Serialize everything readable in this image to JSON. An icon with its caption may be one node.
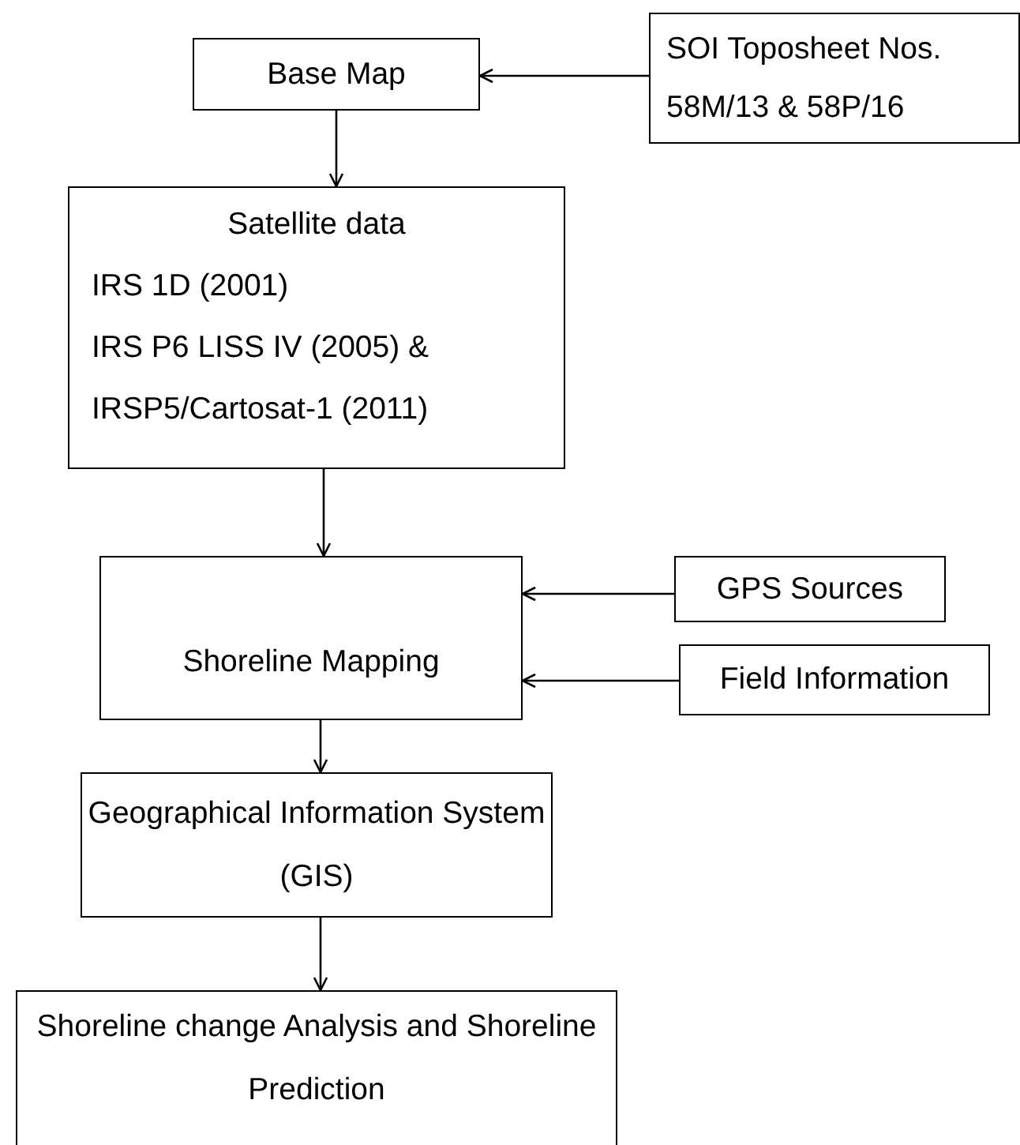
{
  "diagram": {
    "nodes": [
      {
        "text": [
          "Base Map"
        ]
      },
      {
        "text": [
          "SOI Toposheet Nos. 58M/13 & 58P/16"
        ]
      },
      {
        "text": [
          "Satellite data",
          "IRS 1D (2001)",
          "IRS P6 LISS IV (2005) &",
          "IRSP5/Cartosat-1 (2011)"
        ]
      },
      {
        "text": [
          "Shoreline Mapping"
        ]
      },
      {
        "text": [
          "GPS Sources"
        ]
      },
      {
        "text": [
          "Field Information"
        ]
      },
      {
        "text": [
          "Geographical Information System (GIS)"
        ]
      },
      {
        "text": [
          "Shoreline change Analysis and Shoreline Prediction"
        ]
      }
    ],
    "edges": [
      {
        "from": 1,
        "to": 0,
        "arrow": "to"
      },
      {
        "from": 0,
        "to": 2,
        "arrow": "to"
      },
      {
        "from": 2,
        "to": 3,
        "arrow": "to"
      },
      {
        "from": 4,
        "to": 3,
        "arrow": "to"
      },
      {
        "from": 5,
        "to": 3,
        "arrow": "to"
      },
      {
        "from": 3,
        "to": 6,
        "arrow": "to"
      },
      {
        "from": 6,
        "to": 7,
        "arrow": "to"
      }
    ]
  }
}
